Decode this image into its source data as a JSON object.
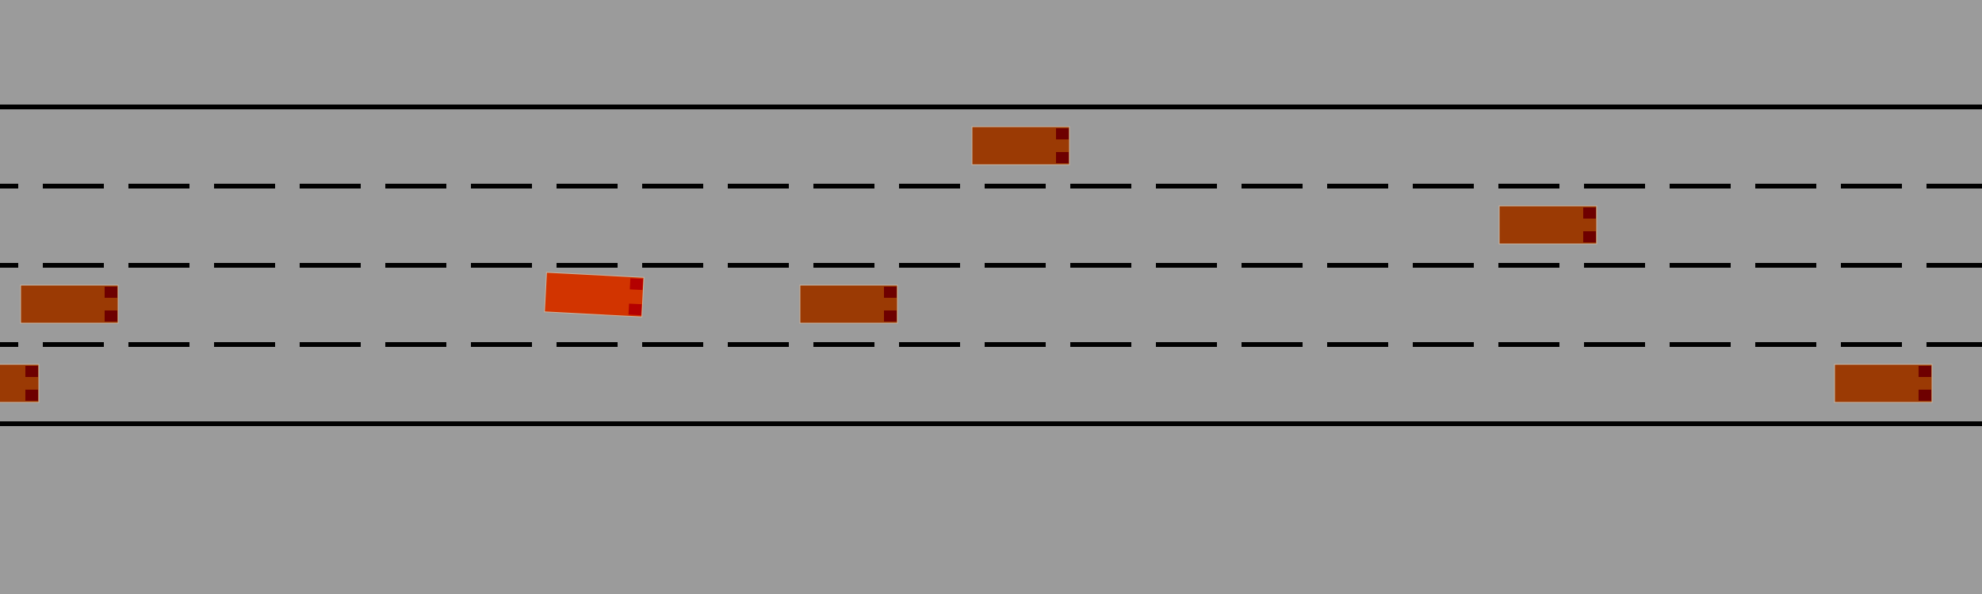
{
  "environment": {
    "type": "highway",
    "lane_count": 4,
    "background_color": "#9b9b9b",
    "road_edge_color": "#000000",
    "lane_marking_color": "#000000",
    "road_edge_style": "solid",
    "lane_divider_style": "dashed"
  },
  "vehicles": [
    {
      "id": "ego-vehicle",
      "role": "ego",
      "lane": 3,
      "body_color": "#d23400",
      "light_color": "#b40000",
      "heading": "slightly tilted"
    },
    {
      "id": "vehicle-1",
      "role": "other",
      "lane": 1,
      "body_color": "#9b3a04",
      "light_color": "#6e0000"
    },
    {
      "id": "vehicle-2",
      "role": "other",
      "lane": 2,
      "body_color": "#9b3a04",
      "light_color": "#6e0000"
    },
    {
      "id": "vehicle-3",
      "role": "other",
      "lane": 3,
      "body_color": "#9b3a04",
      "light_color": "#6e0000"
    },
    {
      "id": "vehicle-4",
      "role": "other",
      "lane": 3,
      "body_color": "#9b3a04",
      "light_color": "#6e0000"
    },
    {
      "id": "vehicle-5",
      "role": "other",
      "lane": 4,
      "body_color": "#9b3a04",
      "light_color": "#6e0000"
    },
    {
      "id": "vehicle-6",
      "role": "other",
      "lane": 4,
      "body_color": "#9b3a04",
      "light_color": "#6e0000"
    }
  ]
}
